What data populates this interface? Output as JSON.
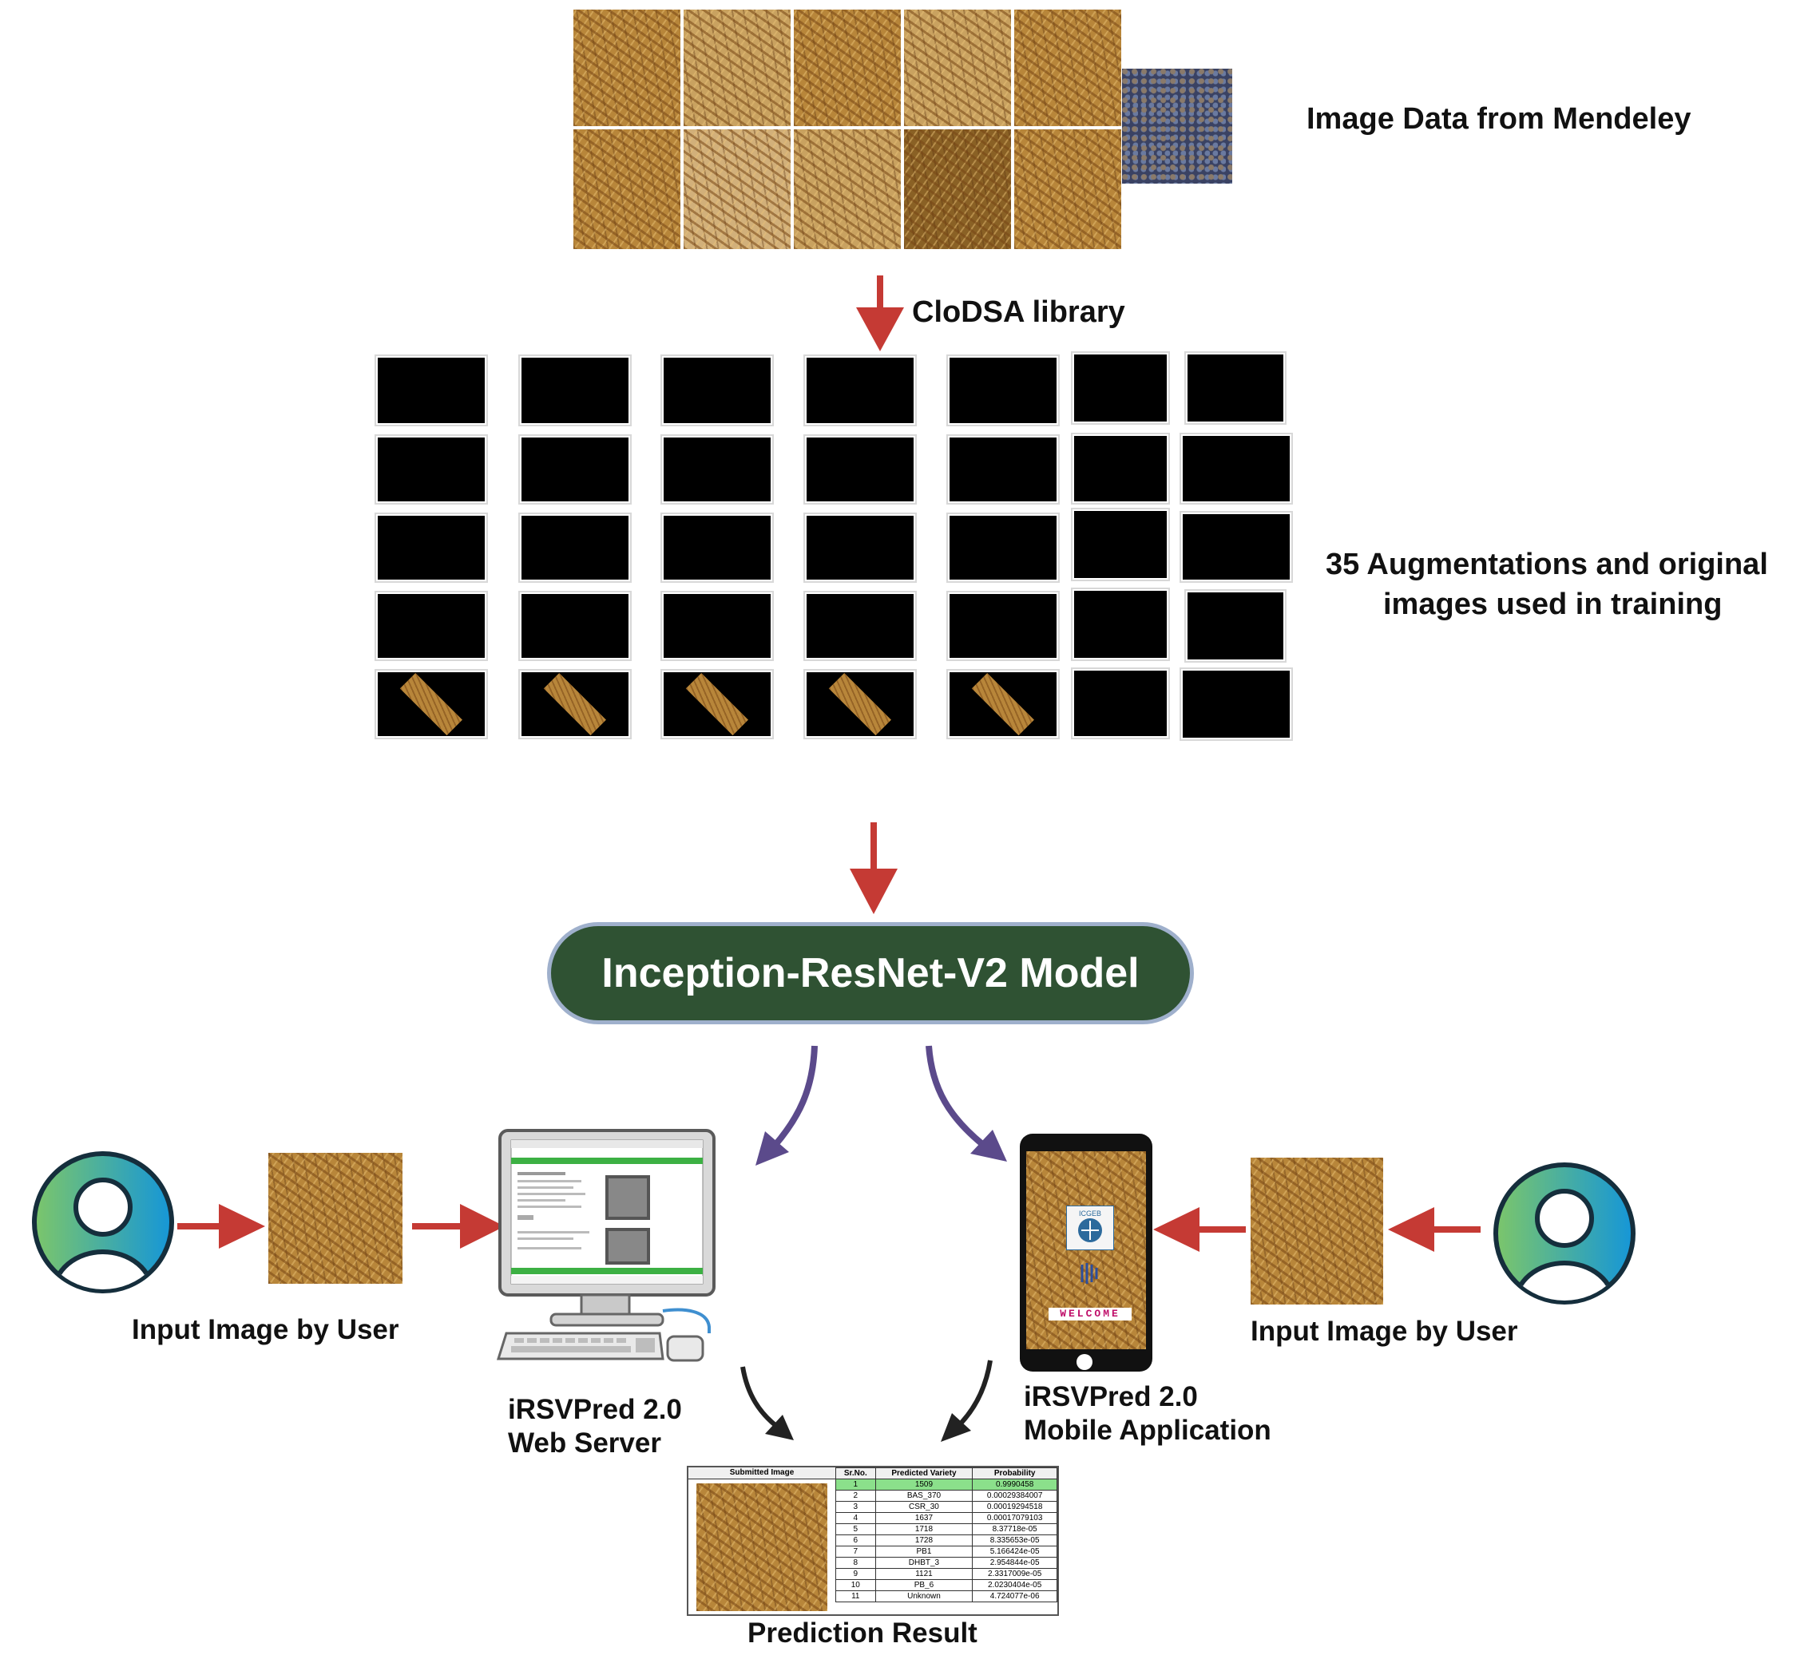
{
  "top_section": {
    "label": "Image Data from Mendeley"
  },
  "augmentation_step": {
    "arrow_label": "CloDSA library",
    "label_line1": "35 Augmentations and original",
    "label_line2": "images used in training"
  },
  "model": {
    "name": "Inception-ResNet-V2 Model"
  },
  "left_user": {
    "caption": "Input Image by User"
  },
  "right_user": {
    "caption": "Input Image by User"
  },
  "web_server": {
    "line1": "iRSVPred 2.0",
    "line2": "Web Server"
  },
  "mobile_app": {
    "line1": "iRSVPred 2.0",
    "line2": "Mobile Application",
    "welcome_text": "WELCOME",
    "logo_text": "ICGEB"
  },
  "prediction": {
    "caption": "Prediction Result",
    "headers": [
      "Submitted Image",
      "Sr.No.",
      "Predicted Variety",
      "Probability"
    ],
    "rows": [
      {
        "sr": "1",
        "variety": "1509",
        "prob": "0.9990458"
      },
      {
        "sr": "2",
        "variety": "BAS_370",
        "prob": "0.00029384007"
      },
      {
        "sr": "3",
        "variety": "CSR_30",
        "prob": "0.00019294518"
      },
      {
        "sr": "4",
        "variety": "1637",
        "prob": "0.00017079103"
      },
      {
        "sr": "5",
        "variety": "1718",
        "prob": "8.37718e-05"
      },
      {
        "sr": "6",
        "variety": "1728",
        "prob": "8.335653e-05"
      },
      {
        "sr": "7",
        "variety": "PB1",
        "prob": "5.166424e-05"
      },
      {
        "sr": "8",
        "variety": "DHBT_3",
        "prob": "2.954844e-05"
      },
      {
        "sr": "9",
        "variety": "1121",
        "prob": "2.3317009e-05"
      },
      {
        "sr": "10",
        "variety": "PB_6",
        "prob": "2.0230404e-05"
      },
      {
        "sr": "11",
        "variety": "Unknown",
        "prob": "4.724077e-06"
      }
    ]
  },
  "colors": {
    "model_box": "#2f5233",
    "model_border": "#9fb0cc",
    "red_arrow": "#c53a34",
    "purple_arrow": "#5b4a8b",
    "black_arrow": "#222222",
    "top_row_highlight": "#8be08b"
  },
  "icons": [
    "user-avatar-icon",
    "desktop-computer-icon",
    "smartphone-icon",
    "arrow-icon"
  ]
}
